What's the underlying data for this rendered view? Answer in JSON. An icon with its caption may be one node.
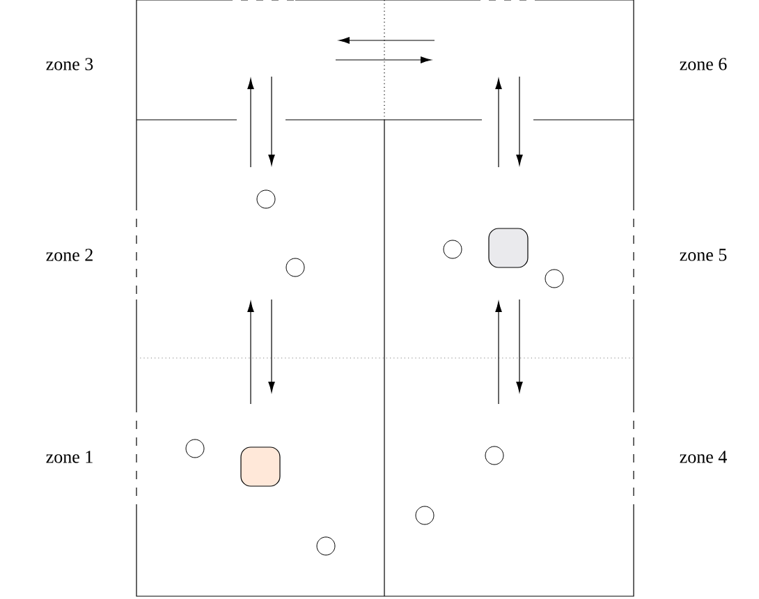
{
  "diagram": {
    "nodes": [
      {
        "text": [],
        "shape": "circle"
      },
      {
        "text": [],
        "shape": "circle"
      },
      {
        "text": [],
        "shape": "box"
      },
      {
        "text": [],
        "shape": "circle"
      },
      {
        "text": [],
        "shape": "circle"
      },
      {
        "text": [],
        "shape": "circle"
      },
      {
        "text": [],
        "shape": "circle"
      },
      {
        "text": [],
        "shape": "box"
      },
      {
        "text": [],
        "shape": "circle"
      },
      {
        "text": [],
        "shape": "circle"
      }
    ],
    "labels": [
      "zone 3",
      "zone 6",
      "zone 2",
      "zone 5",
      "zone 1",
      "zone 4"
    ]
  }
}
